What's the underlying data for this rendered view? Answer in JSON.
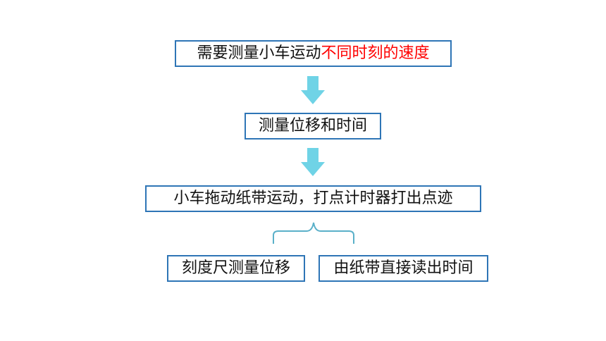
{
  "flow": {
    "step1": {
      "text_normal": "需要测量小车运动",
      "text_highlight": "不同时刻的速度"
    },
    "step2": {
      "text": "测量位移和时间"
    },
    "step3": {
      "text": "小车拖动纸带运动，打点计时器打出点迹"
    },
    "branch_left": {
      "text": "刻度尺测量位移"
    },
    "branch_right": {
      "text": "由纸带直接读出时间"
    }
  },
  "colors": {
    "box_border": "#2e75b6",
    "arrow": "#6fd3e6",
    "brace": "#5ab0c9",
    "highlight_text": "#ff0000"
  }
}
